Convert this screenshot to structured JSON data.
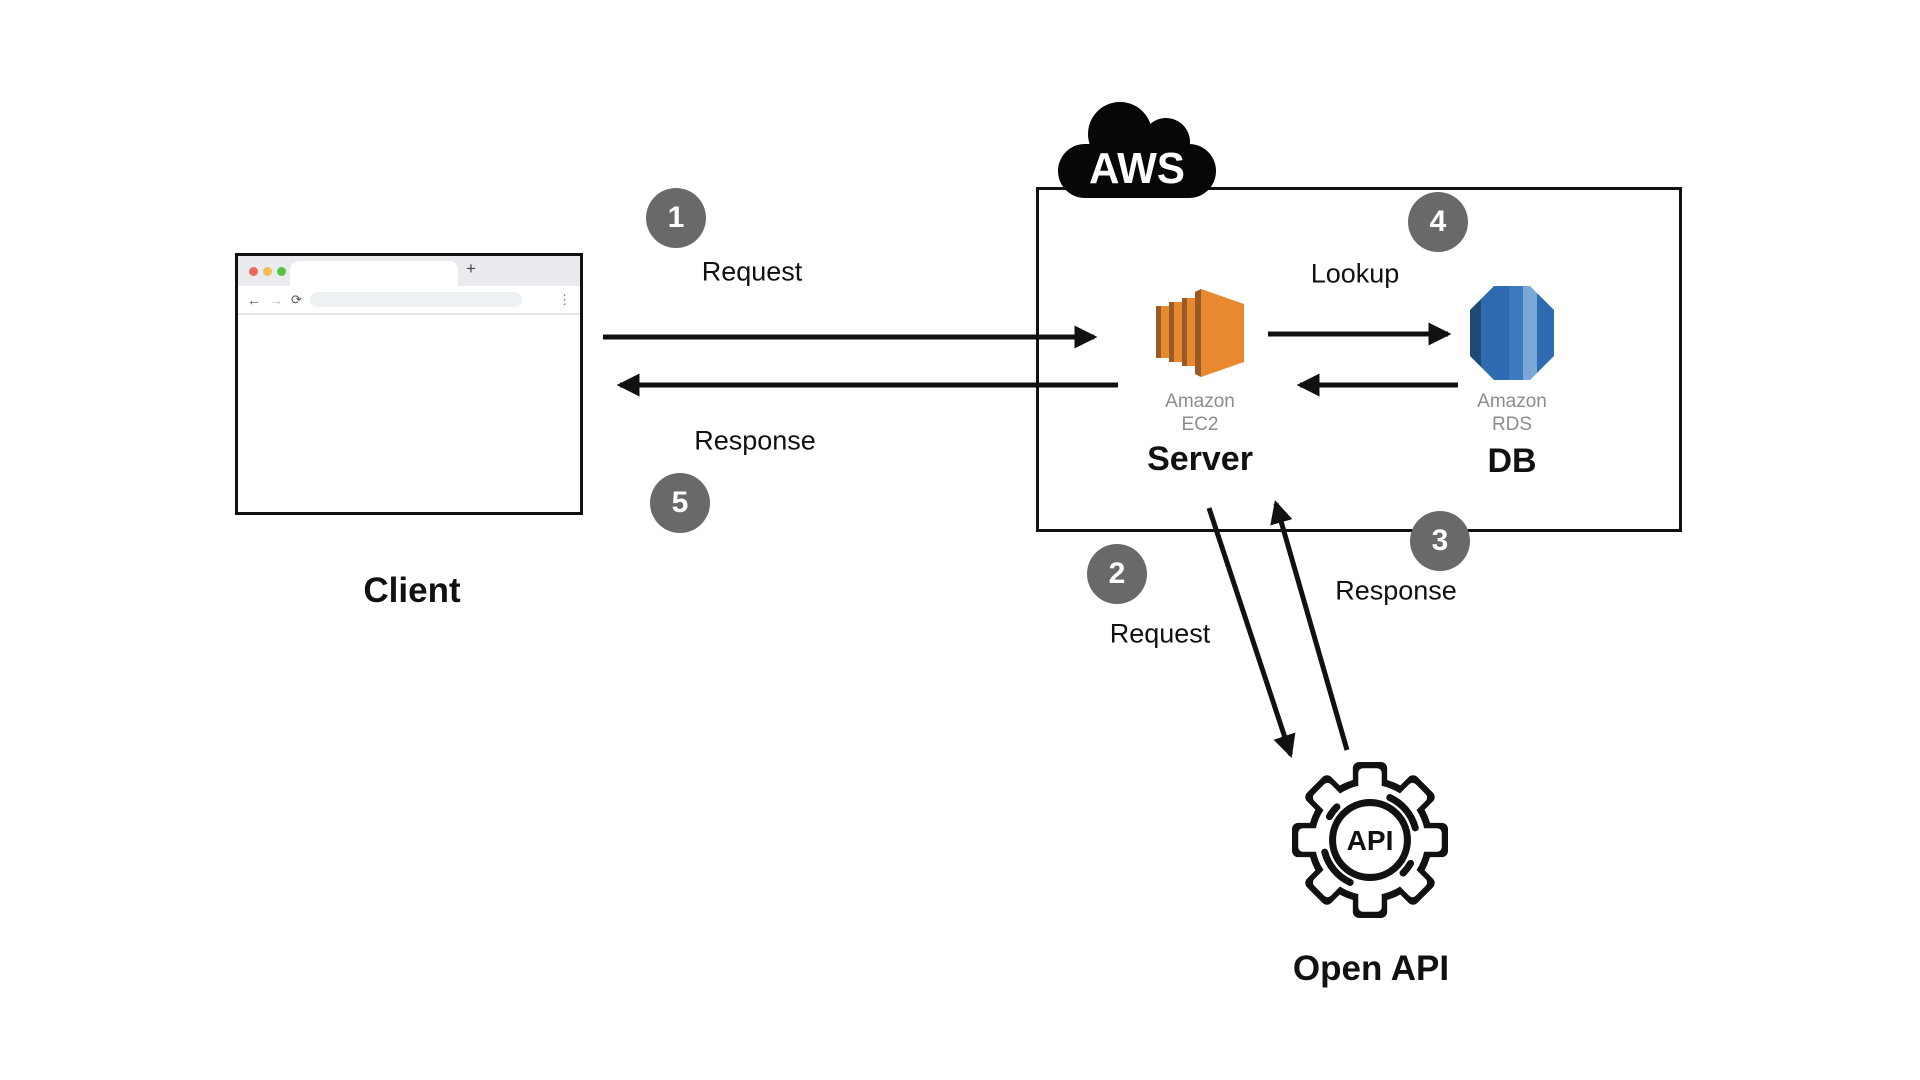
{
  "client": {
    "label": "Client",
    "browser": {
      "new_tab_button": "+",
      "back_icon": "←",
      "forward_icon": "→",
      "reload_icon": "⟳",
      "menu_icon": "⋮"
    }
  },
  "aws": {
    "cloud_label": "AWS",
    "ec2": {
      "vendor": "Amazon",
      "product": "EC2",
      "role_label": "Server"
    },
    "rds": {
      "vendor": "Amazon",
      "product": "RDS",
      "role_label": "DB"
    }
  },
  "open_api": {
    "gear_text": "API",
    "label": "Open API"
  },
  "steps": [
    {
      "number": "1",
      "label": "Request"
    },
    {
      "number": "2",
      "label": "Request"
    },
    {
      "number": "3",
      "label": "Response"
    },
    {
      "number": "4",
      "label": "Lookup"
    },
    {
      "number": "5",
      "label": "Response"
    }
  ],
  "colors": {
    "arrow": "#111111",
    "badge_gray": "#696969",
    "caption_gray": "#8b8b94",
    "ec2_orange": "#e8882f",
    "ec2_dark": "#9a5a28",
    "rds_dark": "#1f4a77",
    "rds_mid": "#2e6bb1",
    "rds_front": "#3d7ac0",
    "rds_light": "#7ca8d8",
    "traffic_red": "#ea6a5a",
    "traffic_yellow": "#f5bf4f",
    "traffic_green": "#57c343"
  }
}
